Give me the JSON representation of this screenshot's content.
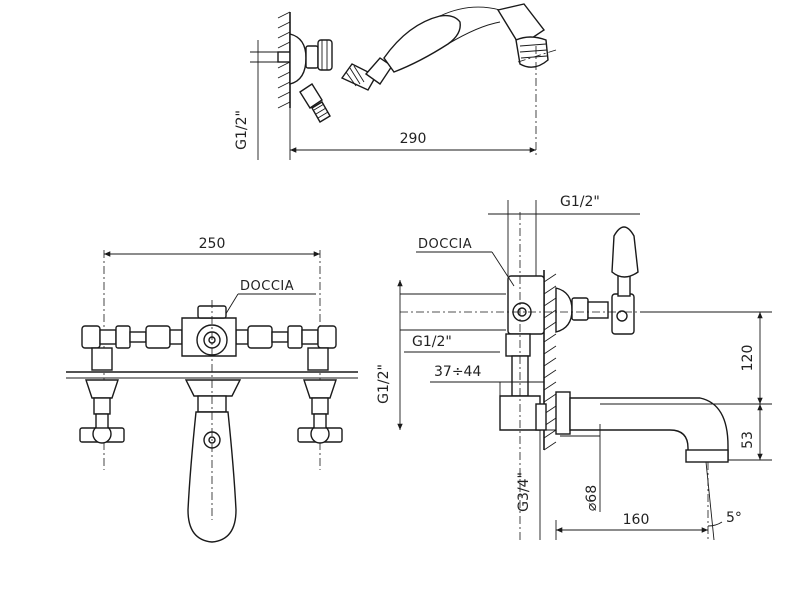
{
  "dimensions": {
    "handshower_length": "290",
    "handshower_thread": "G1/2\"",
    "front_width": "250",
    "side_inlet_thread": "G1/2\"",
    "side_outlet_thread": "G1/2\"",
    "side_wall_thread": "G1/2\"",
    "spout_thread": "G3/4\"",
    "wall_depth_range": "37÷44",
    "height_upper": "120",
    "height_lower": "53",
    "spout_projection": "160",
    "outlet_diameter": "⌀68",
    "angle": "5°"
  },
  "labels": {
    "front_shower": "DOCCIA",
    "side_shower": "DOCCIA"
  },
  "icons": [
    "hand-shower-icon",
    "tap-cross-handle-icon",
    "lever-handle-icon",
    "spout-icon"
  ]
}
